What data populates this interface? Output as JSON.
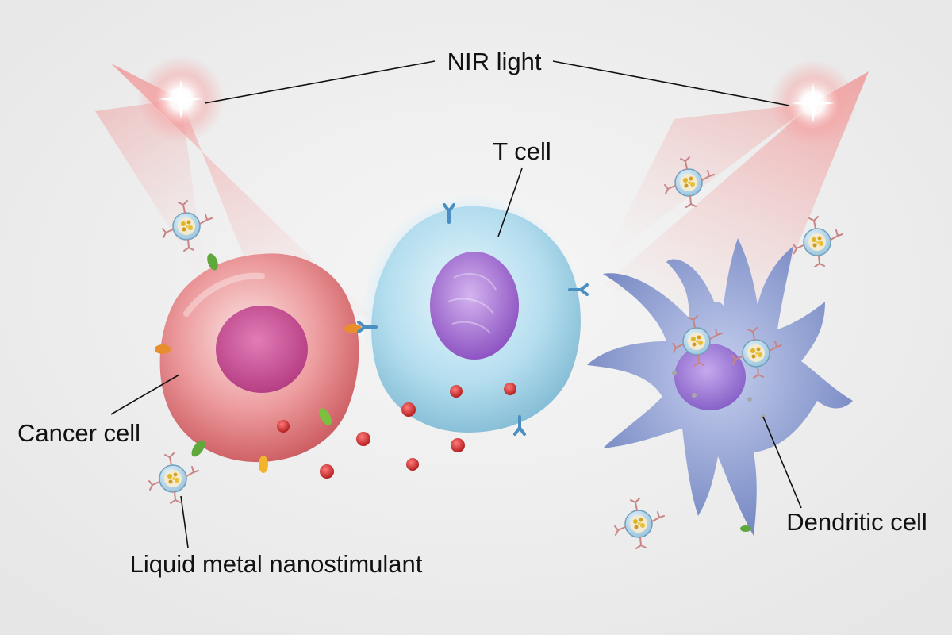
{
  "labels": {
    "nir_light": "NIR light",
    "t_cell": "T cell",
    "cancer_cell": "Cancer cell",
    "dendritic_cell": "Dendritic cell",
    "nanostimulant": "Liquid metal nanostimulant"
  },
  "colors": {
    "background": "#efefef",
    "nir_beam": "#f07d7d",
    "cancer_cell": "#de7b7e",
    "cancer_nucleus": "#c4478b",
    "t_cell": "#a9d7ea",
    "t_cell_nucleus": "#a46ad0",
    "dendritic_cell": "#7f91c9",
    "dendritic_nucleus": "#9c7ed6",
    "receptor_green": "#5fa83c",
    "receptor_teal": "#3ba3a3",
    "receptor_orange": "#e88e2c",
    "particle_red": "#d02a2a",
    "leader_line": "#111111"
  }
}
